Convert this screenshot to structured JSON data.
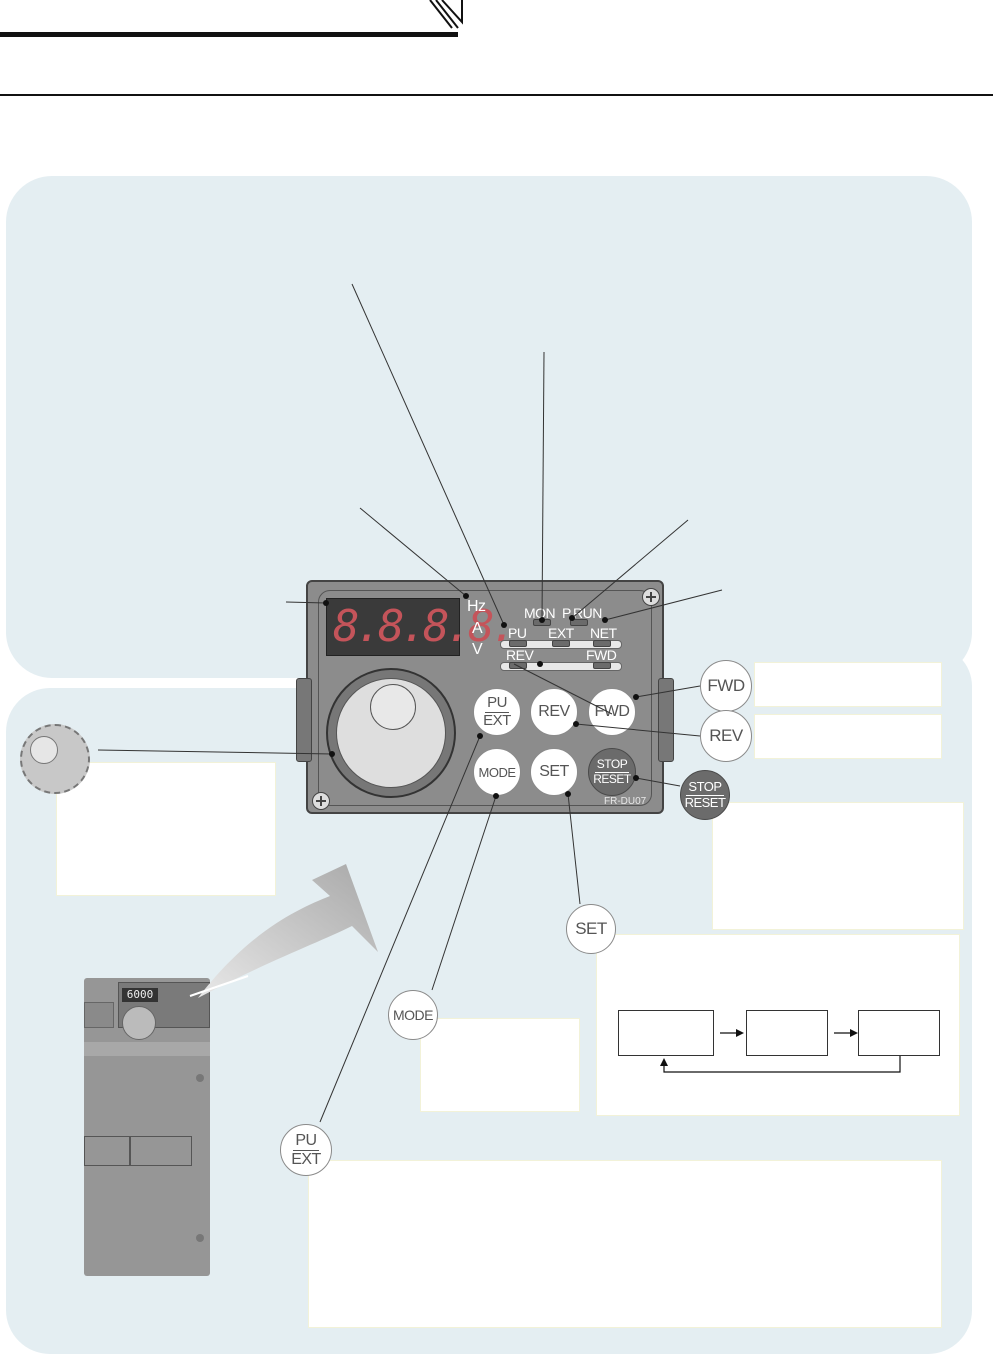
{
  "operation_panel": {
    "display_digits": "8.8.8.8.",
    "unit_labels": [
      "Hz",
      "A",
      "V"
    ],
    "led_labels": {
      "mon": "MON",
      "p": "P",
      "run": "RUN",
      "pu": "PU",
      "ext": "EXT",
      "net": "NET",
      "rev": "REV",
      "fwd": "FWD"
    },
    "buttons": {
      "pu_ext_top": "PU",
      "pu_ext_bottom": "EXT",
      "rev": "REV",
      "fwd": "FWD",
      "mode": "MODE",
      "set": "SET",
      "stop_top": "STOP",
      "stop_bottom": "RESET"
    },
    "model": "FR-DU07"
  },
  "callouts": {
    "fwd": "FWD",
    "rev": "REV",
    "stop_top": "STOP",
    "stop_bottom": "RESET",
    "set": "SET",
    "mode": "MODE",
    "pu_ext_top": "PU",
    "pu_ext_bottom": "EXT"
  },
  "inverter_thumbnail": {
    "display_value": "6000"
  },
  "colors": {
    "panel_bg": "#e4eef2",
    "panel_face": "#8c8c8c",
    "display_bg": "#3a3a3a",
    "segment": "#c4545a"
  }
}
